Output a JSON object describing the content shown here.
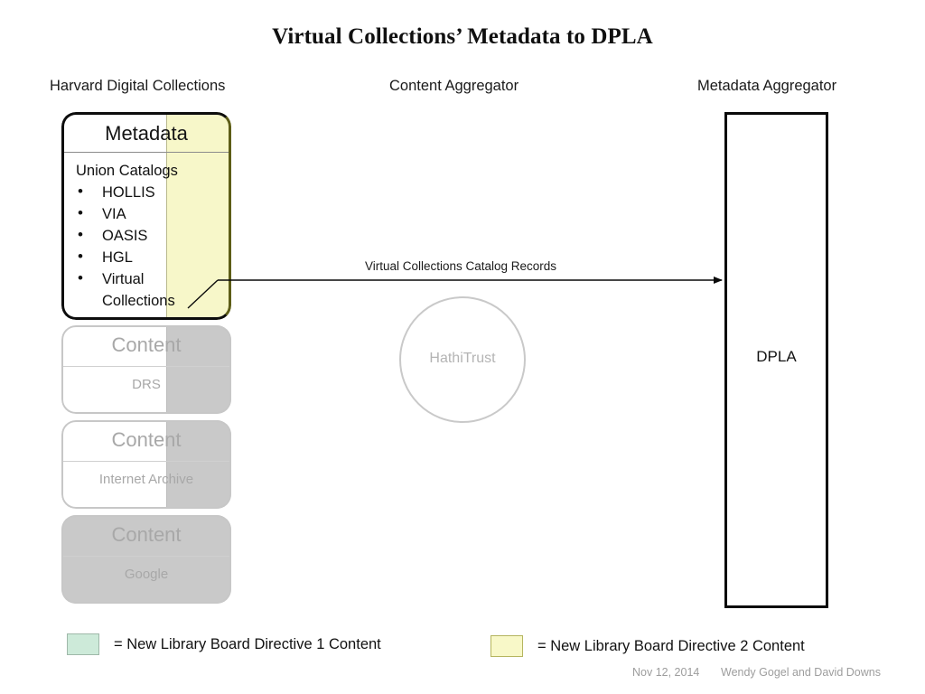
{
  "slide": {
    "title": "Virtual Collections’ Metadata to DPLA"
  },
  "columns": {
    "harvard": "Harvard Digital Collections",
    "content_aggregator": "Content Aggregator",
    "metadata_aggregator": "Metadata Aggregator"
  },
  "metadata_box": {
    "title": "Metadata",
    "lead": "Union Catalogs",
    "bullet_glyph": "•",
    "items": [
      "HOLLIS",
      "VIA",
      "OASIS",
      "HGL",
      "Virtual"
    ],
    "item_last_wrap": "Collections"
  },
  "content_boxes": [
    {
      "title": "Content",
      "subtitle": "DRS"
    },
    {
      "title": "Content",
      "subtitle": "Internet Archive"
    },
    {
      "title": "Content",
      "subtitle": "Google"
    }
  ],
  "hathitrust": {
    "label": "HathiTrust"
  },
  "dpla": {
    "label": "DPLA"
  },
  "flow": {
    "arrow_label": "Virtual Collections Catalog Records"
  },
  "legend": [
    {
      "swatch_color": "#cdead9",
      "label": "= New Library Board Directive 1 Content"
    },
    {
      "swatch_color": "#f8f8c8",
      "label": "= New Library Board Directive 2 Content"
    }
  ],
  "footer": {
    "date": "Nov 12, 2014",
    "authors": "Wendy Gogel and David Downs"
  },
  "colors": {
    "directive2_fill": "#f7f7c9",
    "directive2_border": "#5d5d17",
    "faded_grey": "#c9c9c9",
    "faded_text": "#a8a8a8",
    "ink": "#0d0d0d"
  }
}
